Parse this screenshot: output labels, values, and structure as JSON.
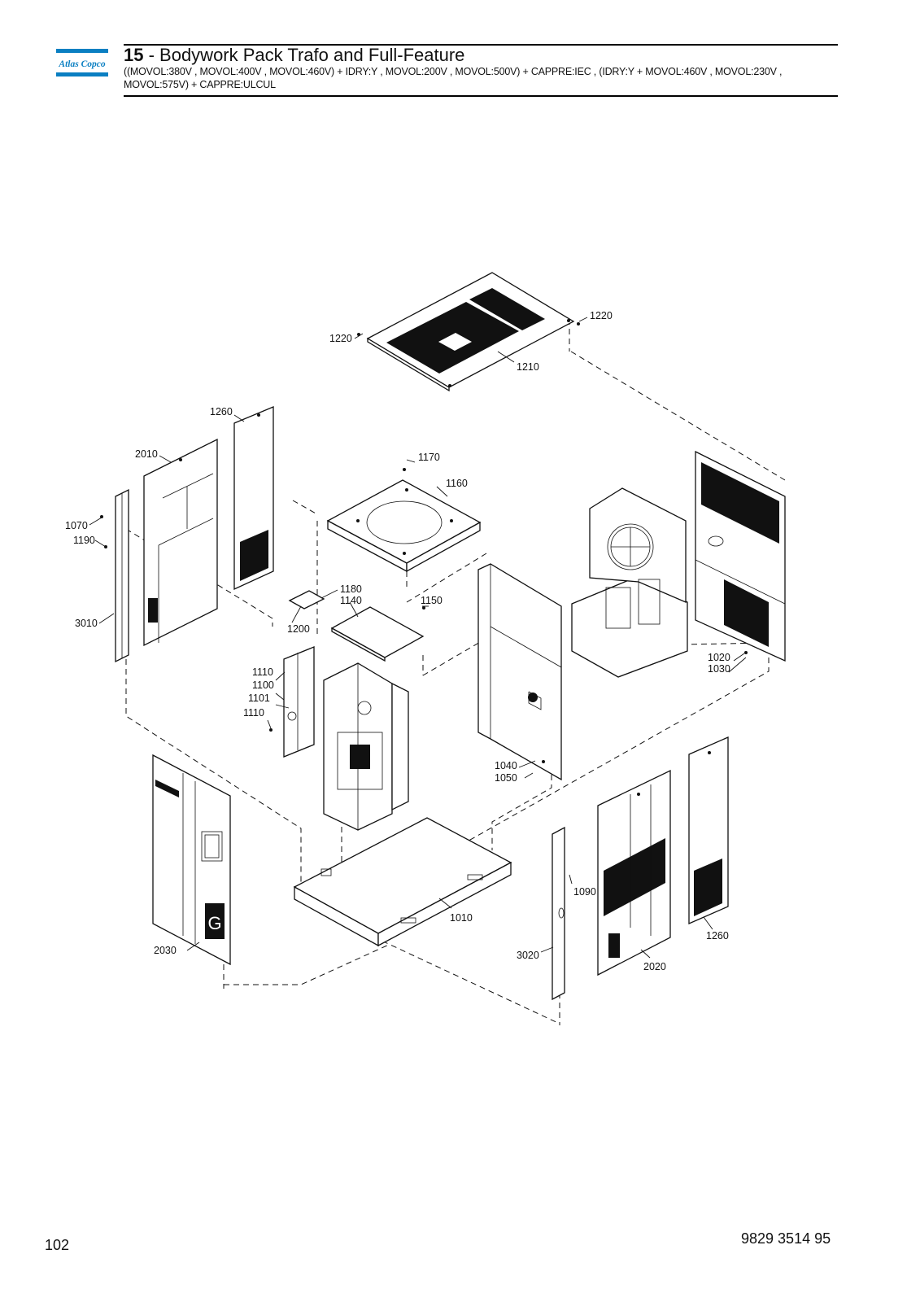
{
  "brand": {
    "logo_text": "Atlas Copco",
    "color": "#0a7fc2"
  },
  "header": {
    "section_number": "15",
    "title": " - Bodywork Pack Trafo and Full-Feature",
    "subtitle": "((MOVOL:380V , MOVOL:400V , MOVOL:460V) + IDRY:Y , MOVOL:200V , MOVOL:500V) + CAPPRE:IEC , (IDRY:Y + MOVOL:460V , MOVOL:230V , MOVOL:575V) + CAPPRE:ULCUL"
  },
  "callouts": {
    "c1220a": "1220",
    "c1220b": "1220",
    "c1210": "1210",
    "c1260a": "1260",
    "c2010": "2010",
    "c1070": "1070",
    "c1190": "1190",
    "c3010": "3010",
    "c1170": "1170",
    "c1160": "1160",
    "c1180": "1180",
    "c1140": "1140",
    "c1150": "1150",
    "c1200": "1200",
    "c1110a": "1110",
    "c1100": "1100",
    "c1101": "1101",
    "c1110b": "1110",
    "c1040": "1040",
    "c1050": "1050",
    "c1020": "1020",
    "c1030": "1030",
    "c1010": "1010",
    "c2030": "2030",
    "c1090": "1090",
    "c3020": "3020",
    "c2020": "2020",
    "c1260b": "1260"
  },
  "footer": {
    "page_number": "102",
    "doc_number": "9829 3514 95"
  },
  "logo_glyph": "G"
}
